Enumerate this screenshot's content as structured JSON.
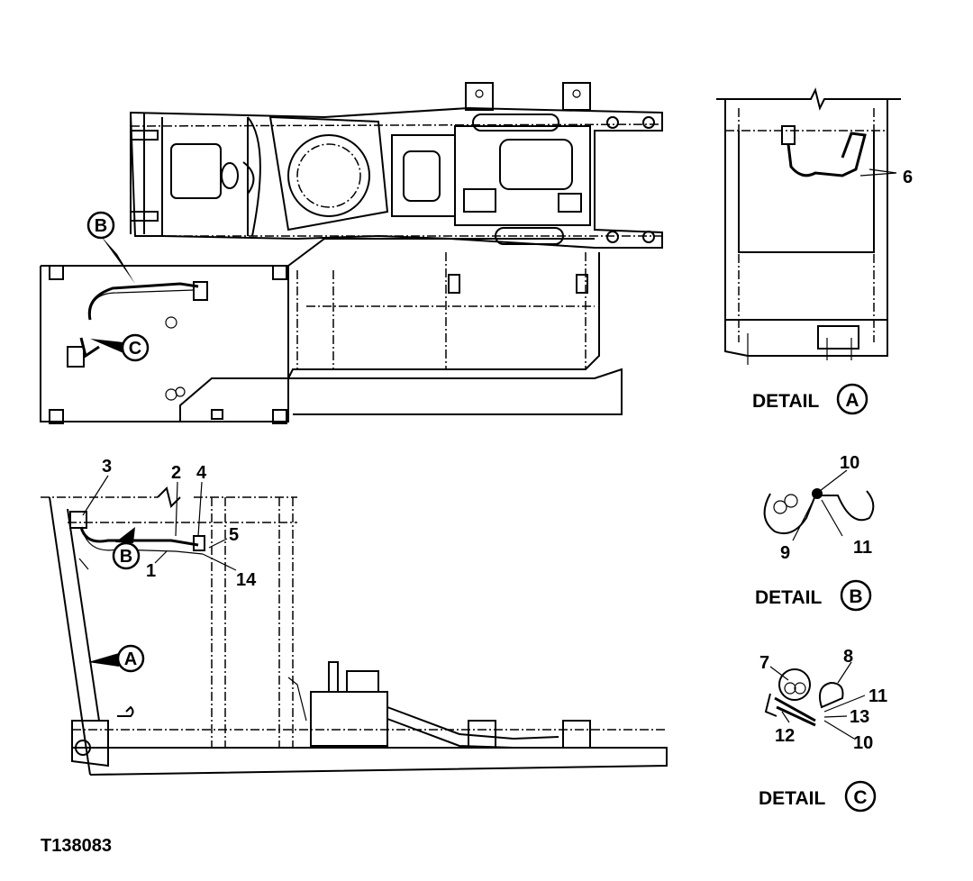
{
  "figure_id": "T138083",
  "details": [
    {
      "key": "A",
      "label": "DETAIL"
    },
    {
      "key": "B",
      "label": "DETAIL"
    },
    {
      "key": "C",
      "label": "DETAIL"
    }
  ],
  "callouts": {
    "b_top": "B",
    "c_top": "C",
    "b_side": "B",
    "a_side": "A",
    "n1": "1",
    "n2": "2",
    "n3": "3",
    "n4": "4",
    "n5": "5",
    "n14": "14",
    "n6": "6",
    "detail_b": {
      "n10": "10",
      "n9": "9",
      "n11": "11"
    },
    "detail_c": {
      "n7": "7",
      "n8": "8",
      "n11": "11",
      "n13": "13",
      "n12": "12",
      "n10": "10"
    }
  }
}
